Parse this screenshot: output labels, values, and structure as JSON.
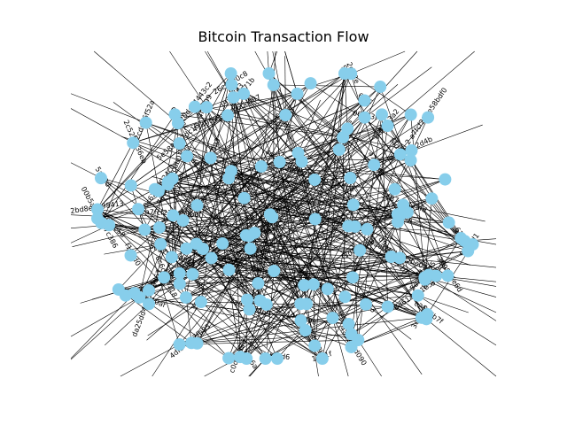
{
  "title": "Bitcoin Transaction Flow",
  "colors": {
    "node": "#87ceeb",
    "edge": "#000000",
    "text": "#000000"
  },
  "node_labels": [
    "2 a7fcf231e58bdf0",
    "a7fcf231e58bdf",
    "e039071b",
    "da25dd42c0b96d63",
    "3977823",
    "320c621df024c0",
    "ed20dc64443c2",
    "f0c72bdbb6",
    "57785ffb2bf66e",
    "6169c",
    "399856e6d",
    "00b5af54c657c386",
    "6f3c",
    "f4d2fcbc5",
    "3a67fd0db9",
    "8c6d80d118",
    "3a3",
    "32a36",
    "5e3a81d5",
    "7e6ac090cdb01",
    "3d8a90075",
    "99",
    "fa7a5ac6a3",
    "4a32c4d090",
    "77b8c",
    "1d8d8bd",
    "6b5",
    "8b4cd9d8",
    "1b3d1",
    "ad8a8c89",
    "c0de3333",
    "7e2ccc58d",
    "0c5e",
    "4c0f4d6",
    "5c7c",
    "4f3ed6",
    "3985c",
    "3d53",
    "4dfb4b47fb95",
    "1c8f6c3a2",
    "d9a84a8c10",
    "c8ac8c8a610af",
    "2671e7f3b6f7",
    "45e089b2a5be071",
    "8d6141a1b57c",
    "f3d5853ab",
    "8d4d906",
    "2bd8e8898413",
    "e3c5",
    "c2cdd76f52a",
    "1499008",
    "5e57d4e0b1b",
    "c46c2e8f",
    "5e589e57dc16",
    "2c52f3136eb",
    "6c9ebe",
    "5187e8425fd",
    "06e33f",
    "7220d2710b3d466ffda",
    "4749091a5cb6ce087",
    "5ae0d",
    "d1f17ba2d4b",
    "c8d1ed",
    "1f3a",
    "b9b3",
    "3e60cb",
    "f3d77",
    "a7fcfe3",
    "2d58e",
    "1d91f",
    "6e9",
    "f5d5acc58",
    "c21d6b7f",
    "4f3d99",
    "1f7c",
    "f1abd0",
    "26c6c90c8",
    "b3c63",
    "1c37b3de",
    "b3d06a",
    "9c5f",
    "c3f3a"
  ]
}
